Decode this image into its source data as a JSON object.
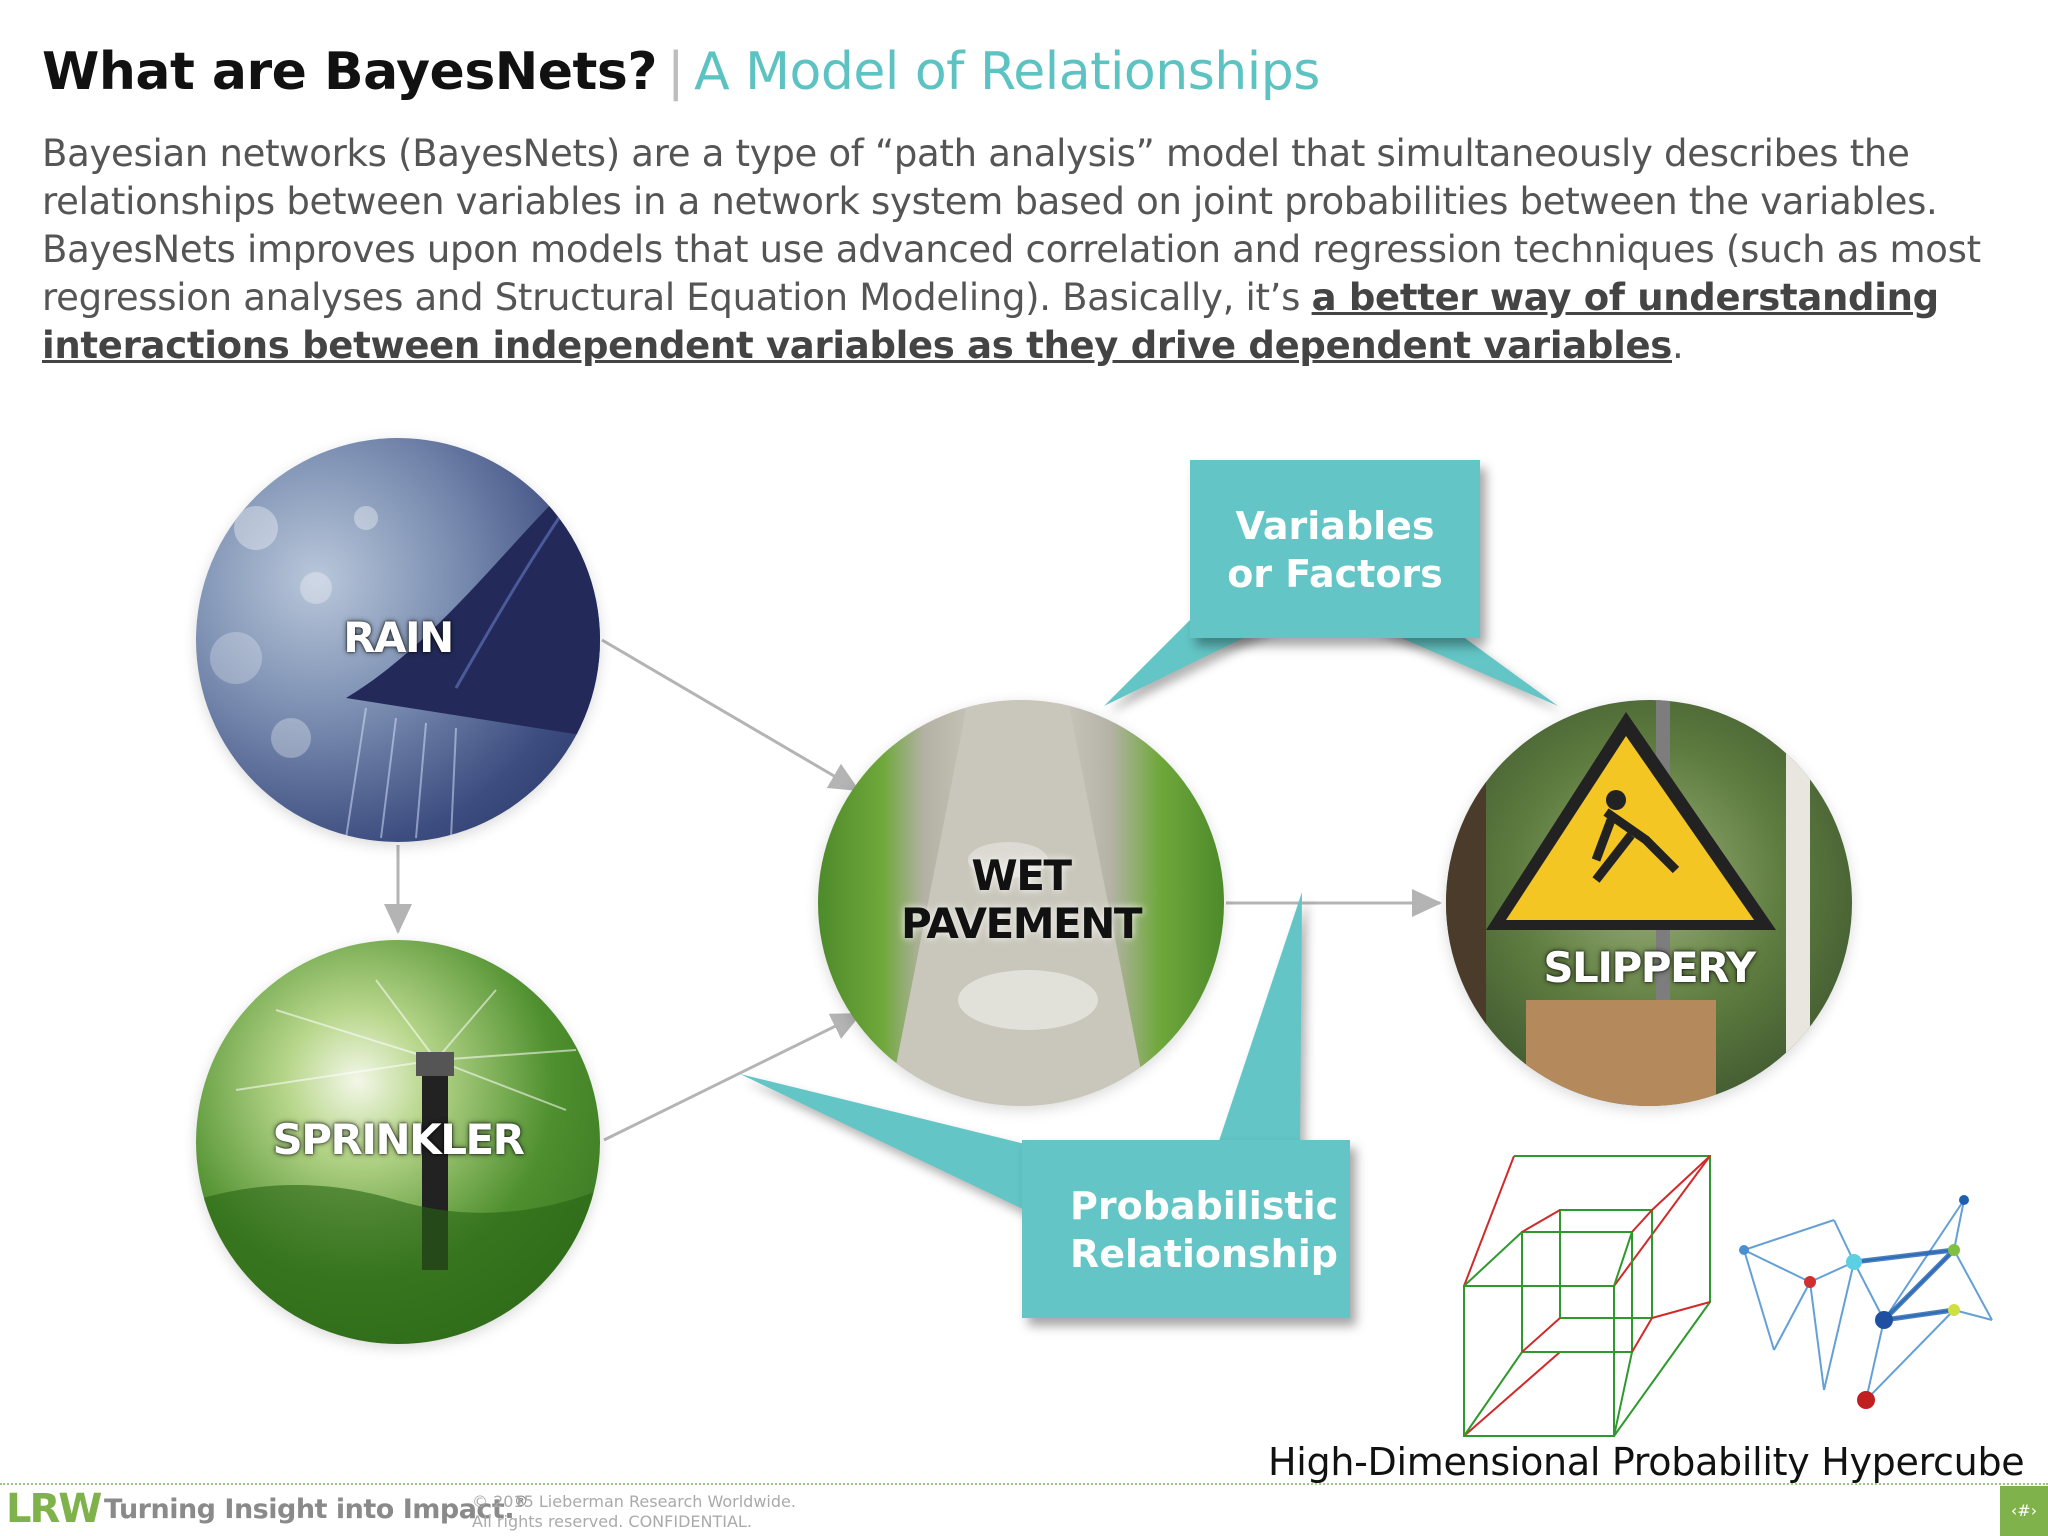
{
  "header": {
    "title": "What are BayesNets?",
    "separator": "|",
    "subtitle": "A Model of Relationships"
  },
  "intro": {
    "text_plain": "Bayesian networks (BayesNets) are a type of “path analysis” model that simultaneously describes the relationships between variables in a network system based on joint probabilities between the variables. BayesNets improves upon models that use advanced correlation and regression techniques (such as most regression analyses and Structural Equation Modeling). Basically, it’s ",
    "text_emphasis": "a better way of understanding interactions between independent variables as they drive dependent variables",
    "text_end": "."
  },
  "diagram": {
    "nodes": {
      "rain": "RAIN",
      "sprinkler": "SPRINKLER",
      "wet_line1": "WET",
      "wet_line2": "PAVEMENT",
      "slippery": "SLIPPERY"
    },
    "callouts": {
      "variables_line1": "Variables",
      "variables_line2": "or Factors",
      "probabilistic_line1": "Probabilistic",
      "probabilistic_line2": "Relationship"
    },
    "hypercube_caption": "High-Dimensional Probability Hypercube"
  },
  "footer": {
    "logo": "LRW",
    "tagline": "Turning Insight into Impact.",
    "registered": "®",
    "copyright_line1": "© 2015 Lieberman Research Worldwide.",
    "copyright_line2": "All rights reserved. CONFIDENTIAL.",
    "page_marker": "‹#›"
  },
  "colors": {
    "accent_teal": "#63c5c5",
    "subtitle_teal": "#5cc2c2",
    "brand_green": "#7fb24a",
    "arrow_gray": "#b4b4b4"
  }
}
